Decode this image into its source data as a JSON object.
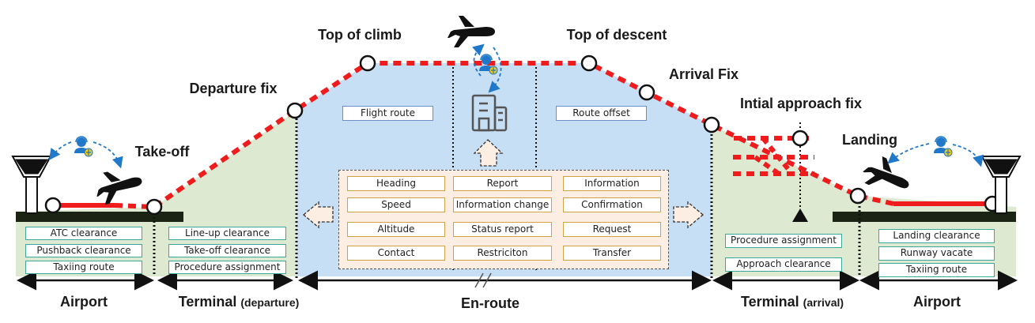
{
  "waypoints": {
    "take_off": "Take-off",
    "departure_fix": "Departure fix",
    "top_of_climb": "Top of climb",
    "top_of_descent": "Top of descent",
    "arrival_fix": "Arrival Fix",
    "initial_approach_fix": "Intial approach fix",
    "landing": "Landing"
  },
  "sections": {
    "airport_left": "Airport",
    "terminal_departure": "Terminal",
    "terminal_departure_sub": "(departure)",
    "en_route": "En-route",
    "terminal_arrival": "Terminal",
    "terminal_arrival_sub": "(arrival)",
    "airport_right": "Airport"
  },
  "airport_departure_items": [
    "ATC clearance",
    "Pushback clearance",
    "Taxiing route"
  ],
  "terminal_departure_items": [
    "Line-up clearance",
    "Take-off clearance",
    "Procedure assignment"
  ],
  "enroute_items": {
    "left": "Flight route",
    "right": "Route offset"
  },
  "message_types": [
    [
      "Heading",
      "Report",
      "Information"
    ],
    [
      "Speed",
      "Information change",
      "Confirmation"
    ],
    [
      "Altitude",
      "Status report",
      "Request"
    ],
    [
      "Contact",
      "Restriciton",
      "Transfer"
    ]
  ],
  "terminal_arrival_items": [
    "Procedure assignment",
    "Approach clearance"
  ],
  "airport_arrival_items": [
    "Landing clearance",
    "Runway vacate",
    "Taxiing route"
  ],
  "icons": [
    "control-tower-icon",
    "airplane-icon",
    "air-traffic-controller-icon",
    "building-icon",
    "hollow-arrow-icon"
  ],
  "colors": {
    "route": "#ee1c1c",
    "enroute_fill": "#c7dff5",
    "terminal_fill": "#dde9d0",
    "panel_fill": "#fdeee4",
    "box_border": "#3aa89a",
    "comm_arrow": "#1f78c8"
  }
}
